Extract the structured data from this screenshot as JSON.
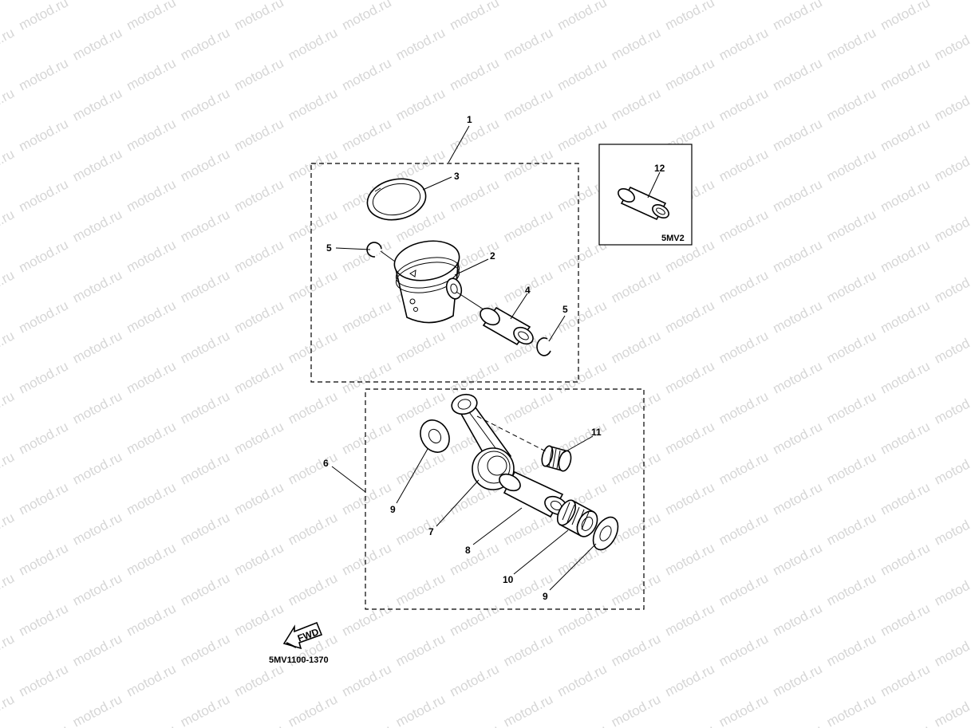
{
  "watermark": {
    "text": "motod.ru",
    "color": "#d6d6d6"
  },
  "callouts": {
    "c1": "1",
    "c2": "2",
    "c3": "3",
    "c4": "4",
    "c5a": "5",
    "c5b": "5",
    "c6": "6",
    "c7": "7",
    "c8": "8",
    "c9a": "9",
    "c9b": "9",
    "c10": "10",
    "c11": "11",
    "c12": "12"
  },
  "inset": {
    "model_code": "5MV2"
  },
  "fwd_label": "FWD",
  "diagram_ref": "5MV1100-1370"
}
